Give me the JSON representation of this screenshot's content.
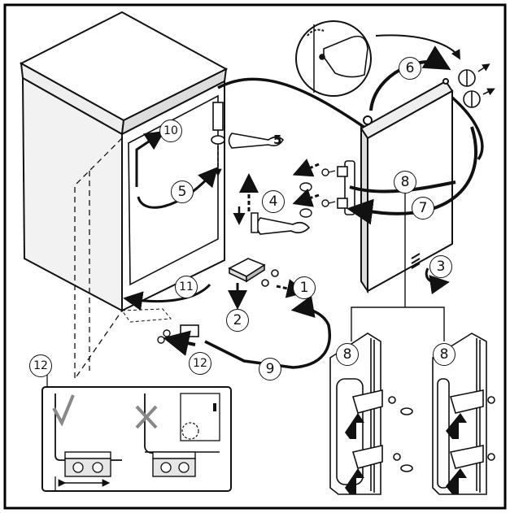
{
  "steps": {
    "s1": "1",
    "s2": "2",
    "s3": "3",
    "s4": "4",
    "s5": "5",
    "s6": "6",
    "s7": "7",
    "s8a": "8",
    "s8b": "8",
    "s8c": "8",
    "s9": "9",
    "s10": "10",
    "s11": "11",
    "s12a": "12",
    "s12b": "12",
    "wrench_size": "5"
  },
  "colors": {
    "line": "#111111",
    "frame": "#000000",
    "inset_bg": "#ffffff",
    "shade": "#e6e6e6"
  },
  "icons": {
    "correct": "check-mark-icon",
    "incorrect": "cross-mark-icon",
    "hand": "hand-icon",
    "wrench": "wrench-icon",
    "screw": "screw-icon"
  }
}
